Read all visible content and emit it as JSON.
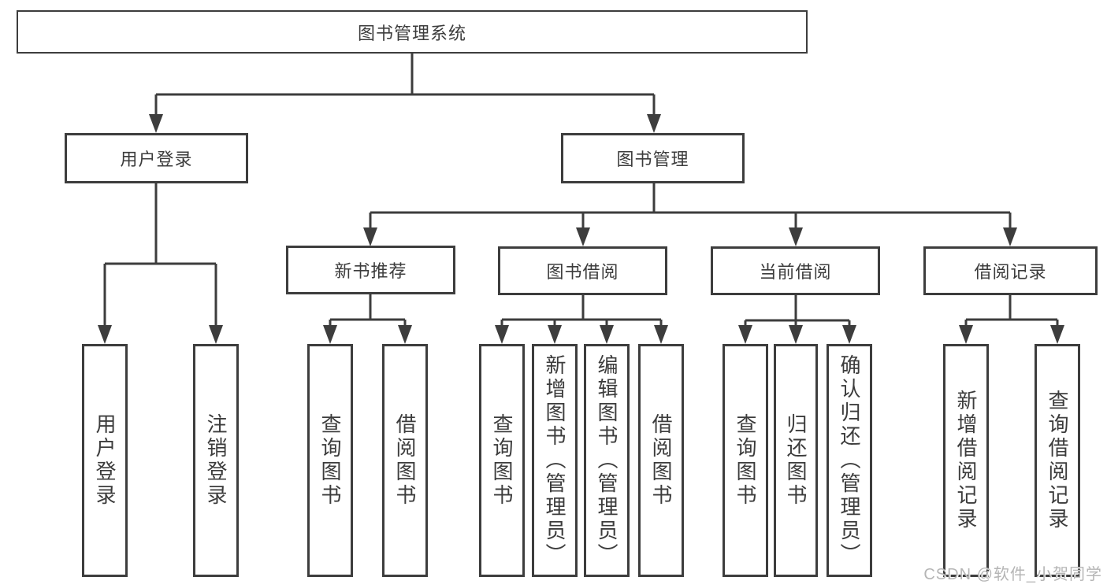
{
  "diagram": {
    "root": {
      "label": "图书管理系统"
    },
    "user_login": {
      "label": "用户登录",
      "children": [
        {
          "label": "用户登录"
        },
        {
          "label": "注销登录"
        }
      ]
    },
    "book_mgmt": {
      "label": "图书管理",
      "sections": [
        {
          "label": "新书推荐",
          "children": [
            {
              "label": "查询图书"
            },
            {
              "label": "借阅图书"
            }
          ]
        },
        {
          "label": "图书借阅",
          "children": [
            {
              "label": "查询图书"
            },
            {
              "label": "新增图书（管理员）"
            },
            {
              "label": "编辑图书（管理员）"
            },
            {
              "label": "借阅图书"
            }
          ]
        },
        {
          "label": "当前借阅",
          "children": [
            {
              "label": "查询图书"
            },
            {
              "label": "归还图书"
            },
            {
              "label": "确认归还（管理员）"
            }
          ]
        },
        {
          "label": "借阅记录",
          "children": [
            {
              "label": "新增借阅记录"
            },
            {
              "label": "查询借阅记录"
            }
          ]
        }
      ]
    },
    "watermark": "CSDN @软件_小贺同学",
    "colors": {
      "line": "#3d3d3d",
      "text": "#3c3c3c",
      "watermark": "#b5b5b5",
      "background": "#ffffff"
    }
  }
}
